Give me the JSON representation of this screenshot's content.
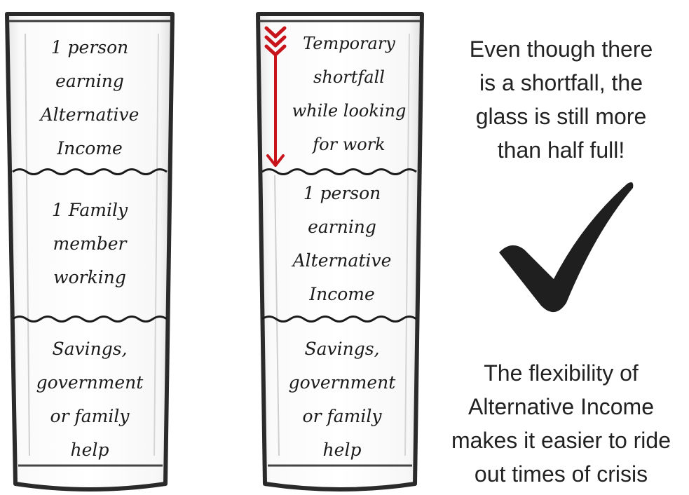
{
  "left_glass": {
    "top_layer": [
      "1 person",
      "earning",
      "Alternative",
      "Income"
    ],
    "middle_layer": [
      "1 Family",
      "member",
      "working"
    ],
    "bottom_layer": [
      "Savings,",
      "government",
      "or family",
      "help"
    ]
  },
  "right_glass": {
    "top_layer": [
      "Temporary",
      "shortfall",
      "while looking",
      "for work"
    ],
    "middle_layer": [
      "1 person",
      "earning",
      "Alternative",
      "Income"
    ],
    "bottom_layer": [
      "Savings,",
      "government",
      "or family",
      "help"
    ]
  },
  "message_top": [
    "Even though there",
    "is a shortfall, the",
    "glass is still more",
    "than half full!"
  ],
  "message_bottom": [
    "The flexibility of",
    "Alternative Income",
    "makes it easier to ride",
    "out times of crisis"
  ],
  "icons": {
    "checkmark": "checkmark-icon",
    "shortfall_arrow": "down-arrow-icon"
  },
  "colors": {
    "arrow": "#c8151b",
    "ink": "#1b1b1b",
    "glass_outline": "#2a2a2a"
  }
}
